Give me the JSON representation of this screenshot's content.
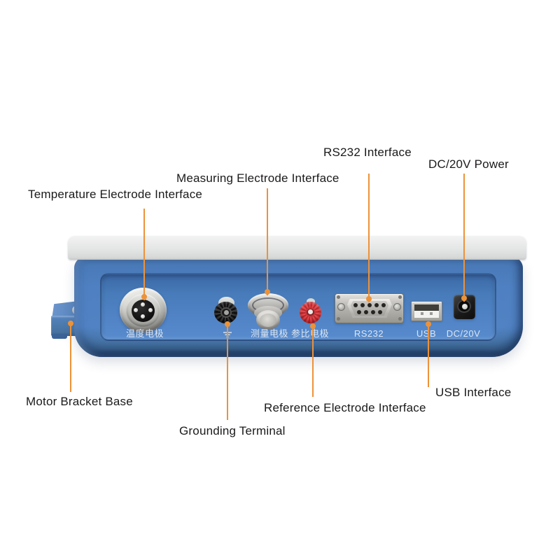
{
  "callouts": {
    "temperature": "Temperature Electrode Interface",
    "measuring": "Measuring Electrode Interface",
    "rs232": "RS232 Interface",
    "dc_power": "DC/20V Power",
    "motor_bracket": "Motor Bracket Base",
    "grounding": "Grounding Terminal",
    "reference": "Reference Electrode Interface",
    "usb": "USB Interface"
  },
  "panel_labels": {
    "temperature_cn": "温度电极",
    "measuring_cn": "测量电极",
    "reference_cn": "参比电极",
    "rs232": "RS232",
    "usb": "USB",
    "dc": "DC/20V"
  },
  "colors": {
    "accent_orange": "#ED9239",
    "device_body_blue": "#4F80C1",
    "panel_blue": "#477BB9",
    "lid_gray": "#E4E6E5",
    "reference_terminal_red": "#D9383D",
    "ground_terminal_black": "#1B1B1B",
    "callout_text": "#1A1A1A",
    "panel_text": "#DCE6F2"
  }
}
